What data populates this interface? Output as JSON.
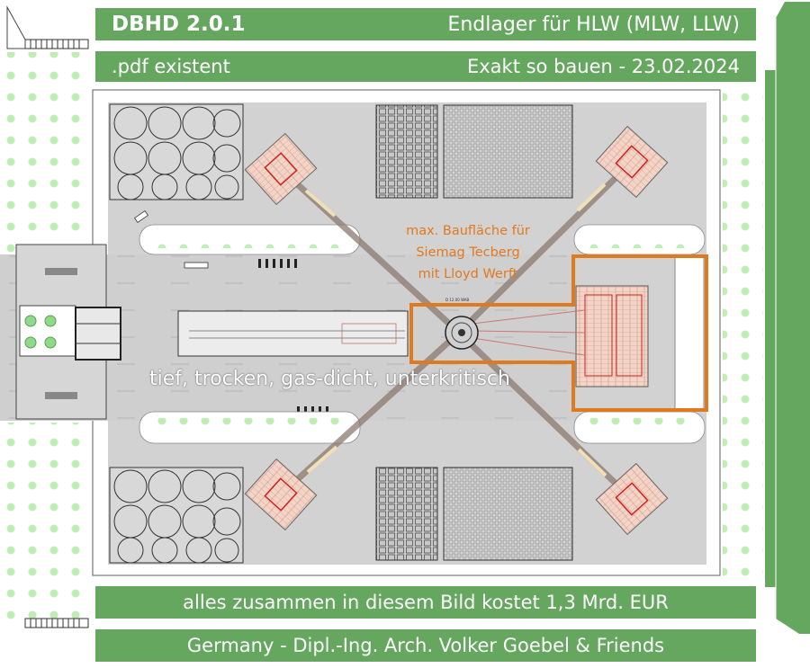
{
  "banners": {
    "top_left": "DBHD 2.0.1",
    "top_right": "Endlager für HLW (MLW, LLW)",
    "second_left": ".pdf existent",
    "second_right": "Exakt so bauen - 23.02.2024",
    "cost": "alles zusammen in diesem Bild kostet 1,3 Mrd. EUR",
    "credits": "Germany - Dipl.-Ing. Arch. Volker Goebel & Friends"
  },
  "annotations": {
    "build_area_line1": "max. Baufläche für",
    "build_area_line2": "Siemag Tecberg",
    "build_area_line3": "mit Lloyd Werft",
    "slogan": "tief, trocken, gas-dicht, unterkritisch",
    "center_label": "D 12.00 WAB"
  },
  "colors": {
    "banner_green": "#66a760",
    "accent_orange": "#e07a1f",
    "dot_green": "#bfeeb5",
    "plan_grey": "#d2d2d2"
  }
}
